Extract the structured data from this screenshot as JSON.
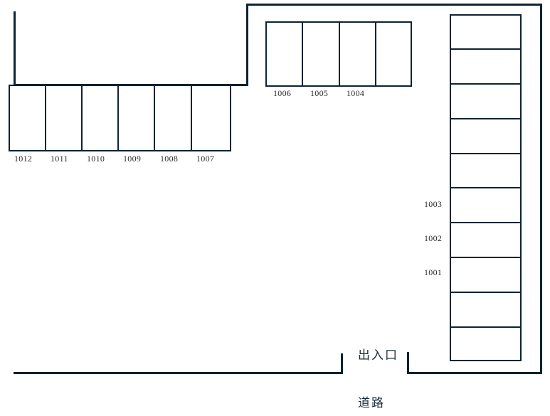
{
  "diagram": {
    "title": "parking-lot-layout",
    "line_color": "#0d2333",
    "label_color": "#2b2b2b",
    "background": "#ffffff"
  },
  "annotations": {
    "entrance": "出入口",
    "road": "道路"
  },
  "left_row": {
    "labels": [
      "1012",
      "1011",
      "1010",
      "1009",
      "1008",
      "1007"
    ]
  },
  "top_row": {
    "labels": [
      "1006",
      "1005",
      "1004"
    ]
  },
  "right_column": {
    "labels": [
      "1003",
      "1002",
      "1001"
    ]
  }
}
